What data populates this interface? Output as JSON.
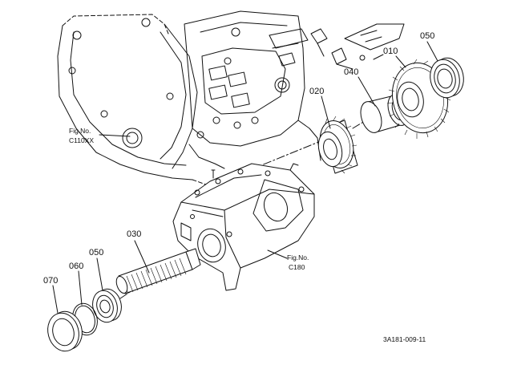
{
  "diagram": {
    "callouts": {
      "p010": "010",
      "p020": "020",
      "p030": "030",
      "p040": "040",
      "p050_top": "050",
      "p050_bottom": "050",
      "p060": "060",
      "p070": "070"
    },
    "fig_refs": {
      "c110": {
        "line1": "Fig.No.",
        "line2": "C110XX"
      },
      "c180": {
        "line1": "Fig.No.",
        "line2": "C180"
      }
    },
    "drawing_code": "3A181-009-11"
  }
}
